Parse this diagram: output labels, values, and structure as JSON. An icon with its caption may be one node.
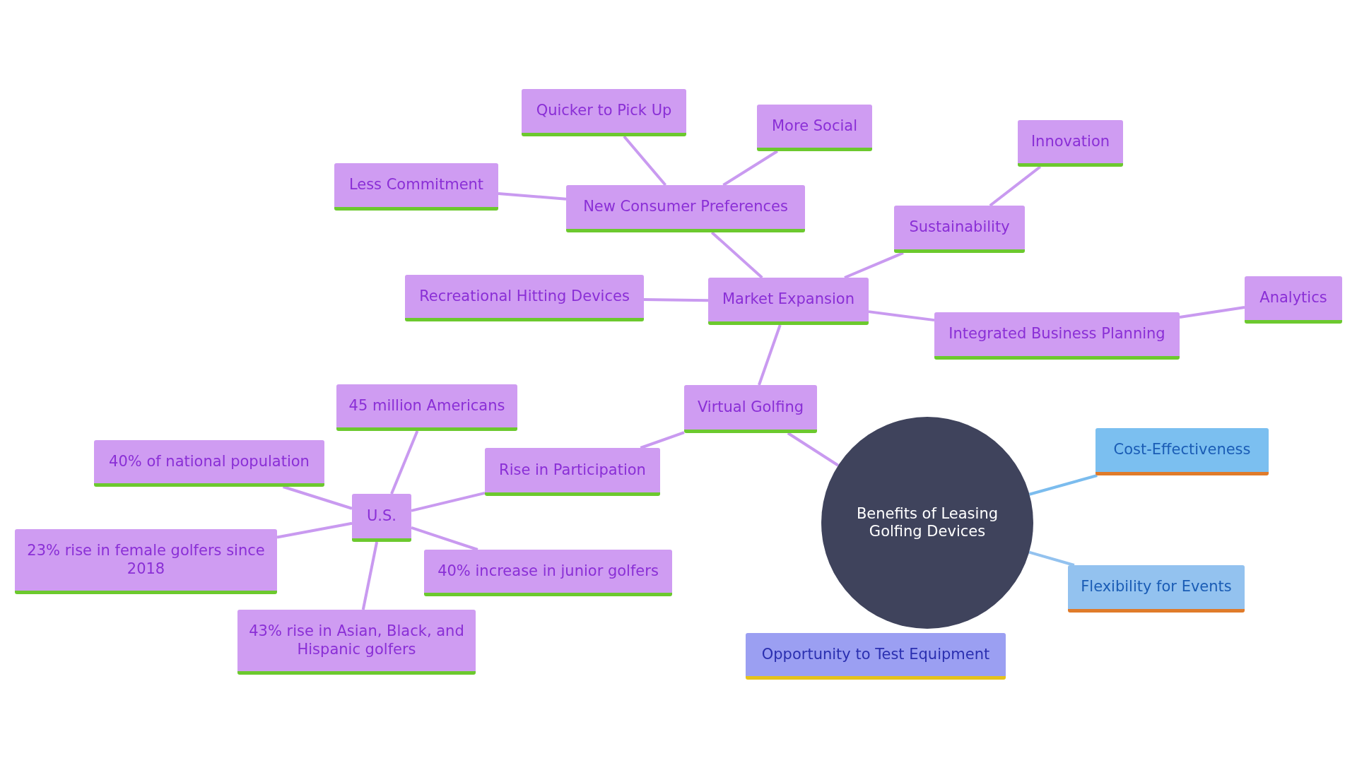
{
  "diagram": {
    "nodes": [
      {
        "text": [
          "Benefits of Leasing Golfing Devices"
        ]
      },
      {
        "text": [
          "Cost-Effectiveness"
        ]
      },
      {
        "text": [
          "Flexibility for Events"
        ]
      },
      {
        "text": [
          "Opportunity to Test Equipment"
        ]
      },
      {
        "text": [
          "Virtual Golfing"
        ]
      },
      {
        "text": [
          "Market Expansion"
        ]
      },
      {
        "text": [
          "New Consumer Preferences"
        ]
      },
      {
        "text": [
          "Quicker to Pick Up"
        ]
      },
      {
        "text": [
          "More Social"
        ]
      },
      {
        "text": [
          "Less Commitment"
        ]
      },
      {
        "text": [
          "Sustainability"
        ]
      },
      {
        "text": [
          "Innovation"
        ]
      },
      {
        "text": [
          "Recreational Hitting Devices"
        ]
      },
      {
        "text": [
          "Integrated Business Planning"
        ]
      },
      {
        "text": [
          "Analytics"
        ]
      },
      {
        "text": [
          "Rise in Participation"
        ]
      },
      {
        "text": [
          "U.S."
        ]
      },
      {
        "text": [
          "45 million Americans"
        ]
      },
      {
        "text": [
          "40% of national population"
        ]
      },
      {
        "text": [
          "23% rise in female golfers since 2018"
        ]
      },
      {
        "text": [
          "40% increase in junior golfers"
        ]
      },
      {
        "text": [
          "43% rise in Asian, Black, and Hispanic golfers"
        ]
      }
    ],
    "edges": [
      {
        "from": 0,
        "to": 1,
        "arrow": "none",
        "color": "#7bbcee"
      },
      {
        "from": 0,
        "to": 2,
        "arrow": "none",
        "color": "#93c2ef"
      },
      {
        "from": 0,
        "to": 4,
        "arrow": "none"
      },
      {
        "from": 4,
        "to": 5,
        "arrow": "none"
      },
      {
        "from": 5,
        "to": 6,
        "arrow": "none"
      },
      {
        "from": 6,
        "to": 7,
        "arrow": "none"
      },
      {
        "from": 6,
        "to": 8,
        "arrow": "none"
      },
      {
        "from": 6,
        "to": 9,
        "arrow": "none"
      },
      {
        "from": 5,
        "to": 10,
        "arrow": "none"
      },
      {
        "from": 10,
        "to": 11,
        "arrow": "none"
      },
      {
        "from": 5,
        "to": 12,
        "arrow": "none"
      },
      {
        "from": 5,
        "to": 13,
        "arrow": "none"
      },
      {
        "from": 13,
        "to": 14,
        "arrow": "none"
      },
      {
        "from": 4,
        "to": 15,
        "arrow": "none"
      },
      {
        "from": 15,
        "to": 16,
        "arrow": "none"
      },
      {
        "from": 16,
        "to": 17,
        "arrow": "none"
      },
      {
        "from": 16,
        "to": 18,
        "arrow": "none"
      },
      {
        "from": 16,
        "to": 19,
        "arrow": "none"
      },
      {
        "from": 16,
        "to": 20,
        "arrow": "none"
      },
      {
        "from": 16,
        "to": 21,
        "arrow": "none"
      }
    ]
  }
}
